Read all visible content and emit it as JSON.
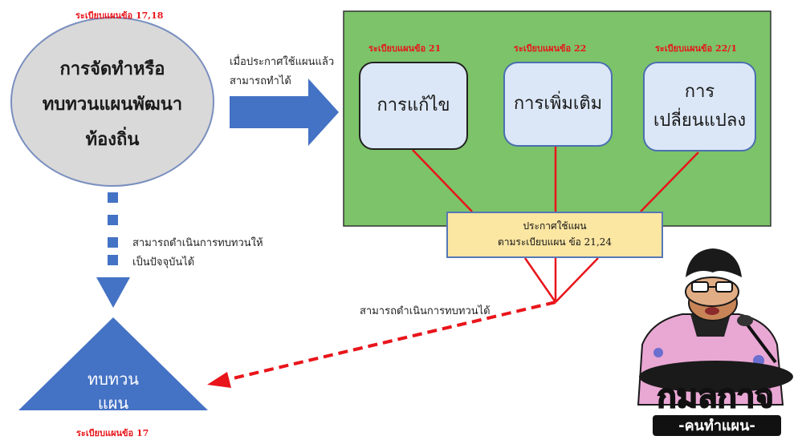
{
  "left": {
    "top_label": "ระเบียบแผนข้อ 17,18",
    "ellipse_lines": [
      "การจัดทำหรือ",
      "ทบทวนแผนพัฒนา",
      "ท้องถิ่น"
    ],
    "side_text_lines": [
      "สามารถดำเนินการทบทวนให้",
      "เป็นปัจจุบันได้"
    ],
    "triangle_lines": [
      "ทบทวน",
      "แผน"
    ],
    "bottom_label": "ระเบียบแผนข้อ 17"
  },
  "arrow_text_lines": [
    "เมื่อประกาศใช้แผนแล้ว",
    "สามารถทำได้"
  ],
  "panel": {
    "items": [
      {
        "label": "ระเบียบแผนข้อ 21",
        "lines": [
          "การแก้ไข"
        ]
      },
      {
        "label": "ระเบียบแผนข้อ 22",
        "lines": [
          "การเพิ่มเติม"
        ]
      },
      {
        "label": "ระเบียบแผนข้อ 22/1",
        "lines": [
          "การ",
          "เปลี่ยนแปลง"
        ]
      }
    ],
    "announce_lines": [
      "ประกาศใช้แผน",
      "ตามระเบียบแผน ข้อ 21,24"
    ]
  },
  "dashed_text": "สามารถดำเนินการทบทวนได้",
  "logo": {
    "title": "กมลกาจ",
    "subtitle": "-คนทำแผน-"
  },
  "colors": {
    "green_panel": "#7cc369",
    "blue": "#4472c4",
    "red": "#e8151b",
    "ellipse": "#d9d9d9",
    "box": "#dbe7f7",
    "announce": "#fbe6a2"
  }
}
